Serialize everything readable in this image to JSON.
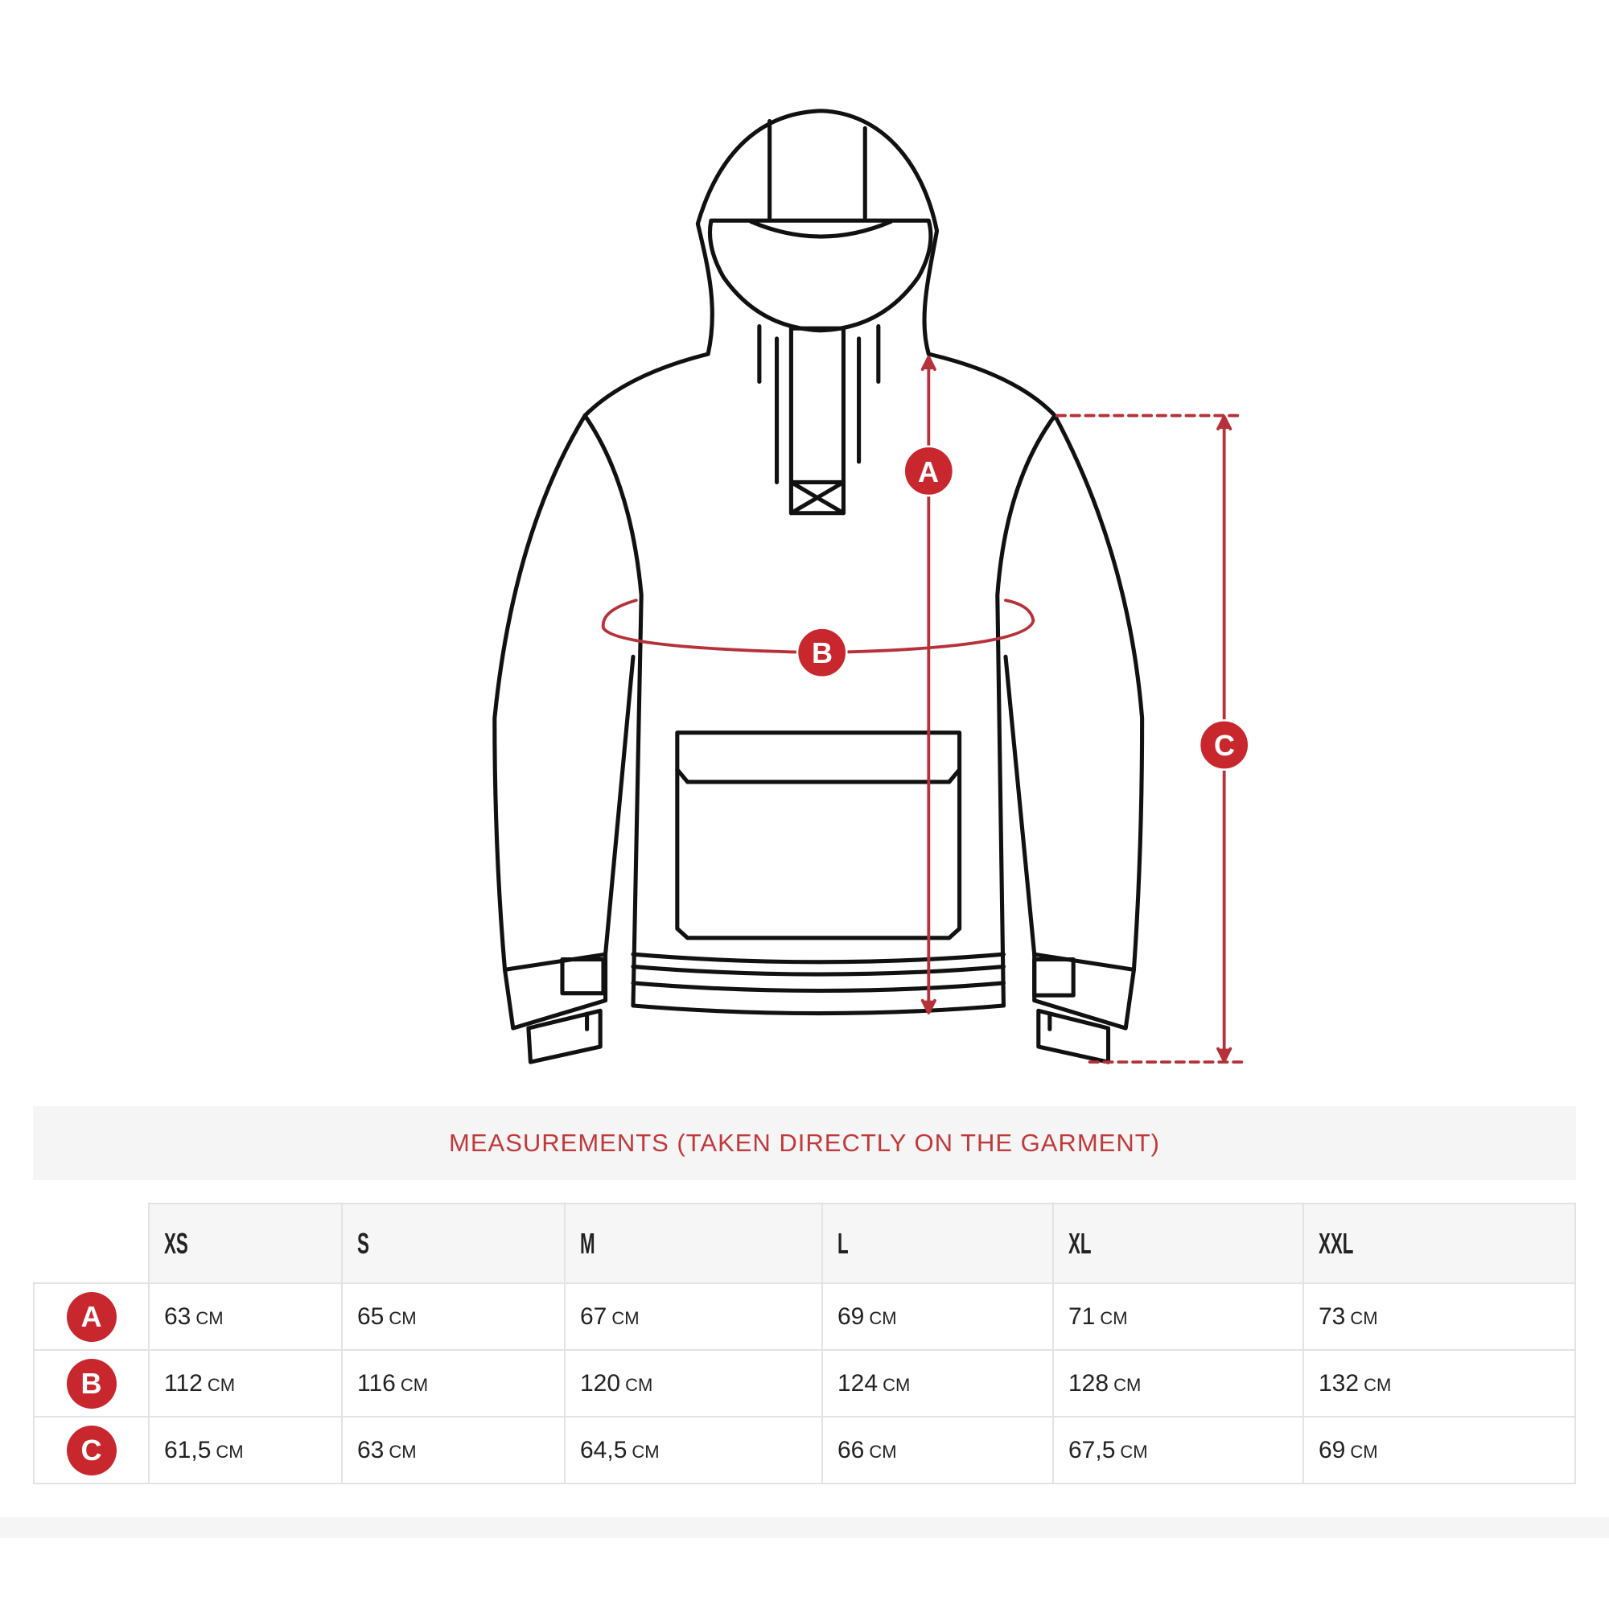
{
  "colors": {
    "accent": "#c8282d",
    "title": "#c0393b",
    "outline": "#111111"
  },
  "diagram": {
    "markers": [
      "A",
      "B",
      "C"
    ]
  },
  "table": {
    "title": "MEASUREMENTS (TAKEN DIRECTLY ON THE GARMENT)",
    "sizes": [
      "XS",
      "S",
      "M",
      "L",
      "XL",
      "XXL"
    ],
    "unit": "CM",
    "rows": [
      {
        "label": "A",
        "values": [
          "63",
          "65",
          "67",
          "69",
          "71",
          "73"
        ]
      },
      {
        "label": "B",
        "values": [
          "112",
          "116",
          "120",
          "124",
          "128",
          "132"
        ]
      },
      {
        "label": "C",
        "values": [
          "61,5",
          "63",
          "64,5",
          "66",
          "67,5",
          "69"
        ]
      }
    ]
  }
}
